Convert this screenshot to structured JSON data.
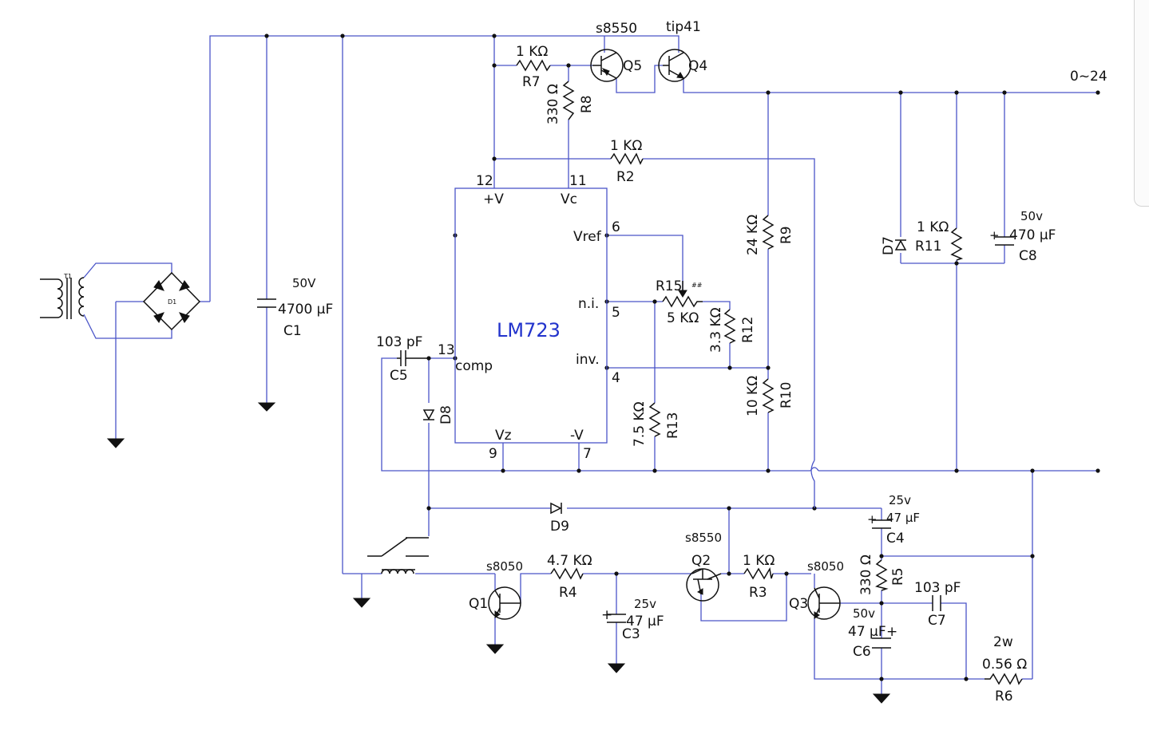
{
  "colors": {
    "wire": "#4a55c8",
    "symbol": "#111111",
    "chip_label": "#2233cc",
    "highlight": "#dd1111"
  },
  "transformer": {
    "ref": "T1"
  },
  "bridge": {
    "ref": "D1"
  },
  "c1": {
    "voltage": "50V",
    "value": "4700 µF",
    "ref": "C1"
  },
  "q5": {
    "part": "s8550",
    "ref": "Q5"
  },
  "q4": {
    "part": "tip41",
    "ref": "Q4"
  },
  "r7": {
    "value": "1 KΩ",
    "ref": "R7"
  },
  "r8": {
    "value": "330 Ω",
    "ref": "R8"
  },
  "r2": {
    "value": "1 KΩ",
    "ref": "R2"
  },
  "output": {
    "label": "0~24"
  },
  "ic": {
    "name": "LM723",
    "pins": {
      "p12": "12",
      "p11": "11",
      "plus_v": "+V",
      "vc": "Vc",
      "p6": "6",
      "vref": "Vref",
      "ni": "n.i.",
      "p5": "5",
      "inv": "inv.",
      "p4": "4",
      "p13": "13",
      "comp": "comp",
      "vz": "Vz",
      "minus_v": "-V",
      "p9": "9",
      "p7": "7"
    }
  },
  "r9": {
    "value": "24 KΩ",
    "ref": "R9"
  },
  "r15": {
    "value": "5 KΩ",
    "ref": "R15",
    "tiny": "##"
  },
  "r12": {
    "value": "3.3 KΩ",
    "ref": "R12"
  },
  "r10": {
    "value": "10 KΩ",
    "ref": "R10"
  },
  "r13": {
    "value": "7.5 KΩ",
    "ref": "R13"
  },
  "c5": {
    "value": "103 pF",
    "ref": "C5"
  },
  "d8": {
    "ref": "D8"
  },
  "d7": {
    "ref": "D7"
  },
  "r11": {
    "value": "1 KΩ",
    "ref": "R11"
  },
  "c8": {
    "voltage": "50v",
    "value": "470 µF",
    "ref": "C8",
    "plus": "+"
  },
  "d9": {
    "ref": "D9"
  },
  "c4": {
    "voltage": "25v",
    "value": "47 µF",
    "ref": "C4",
    "plus": "+"
  },
  "q1": {
    "part": "s8050",
    "ref": "Q1"
  },
  "r4": {
    "value": "4.7 KΩ",
    "ref": "R4"
  },
  "c3": {
    "voltage": "25v",
    "value": "47 µF",
    "ref": "C3",
    "plus": "+"
  },
  "q2": {
    "part": "s8550",
    "ref": "Q2"
  },
  "r3": {
    "value": "1 KΩ",
    "ref": "R3"
  },
  "q3": {
    "part": "s8050",
    "ref": "Q3"
  },
  "r5": {
    "value": "330 Ω",
    "ref": "R5"
  },
  "c7": {
    "value": "103 pF",
    "ref": "C7"
  },
  "c6": {
    "voltage": "50v",
    "value": "47 µF",
    "ref": "C6",
    "plus": "+"
  },
  "r6": {
    "power": "2w",
    "value": "0.56 Ω",
    "ref": "R6"
  }
}
